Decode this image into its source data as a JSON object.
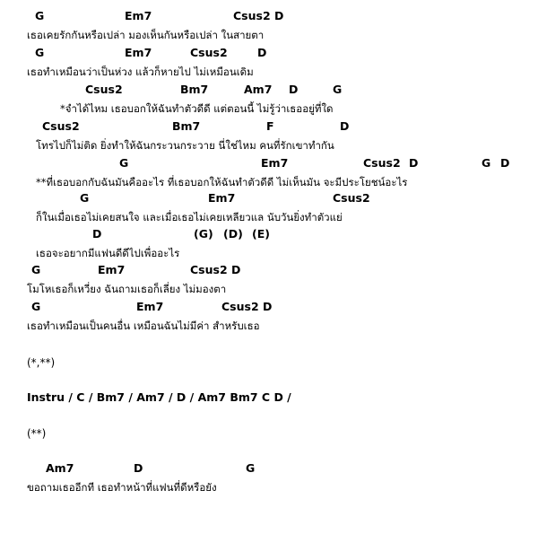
{
  "sheet": {
    "l1": {
      "chords": [
        "G",
        "Em7",
        "Csus2 D"
      ],
      "lyric": "เธอเคยรักกันหรือเปล่า มองเห็นกันหรือเปล่า ในสายตา"
    },
    "l2": {
      "chords": [
        "G",
        "Em7",
        "Csus2",
        "D"
      ],
      "lyric": "เธอทำเหมือนว่าเป็นห่วง แล้วก็หายไป ไม่เหมือนเดิม"
    },
    "l3": {
      "chords": [
        "Csus2",
        "Bm7",
        "Am7",
        "D",
        "G"
      ],
      "lyric": "*จำได้ไหม เธอบอกให้ฉันทำตัวดีดี แต่ตอนนี้ ไม่รู้ว่าเธออยู่ที่ใด"
    },
    "l4": {
      "chords": [
        "Csus2",
        "Bm7",
        "F",
        "D"
      ],
      "lyric": "โทรไปก็ไม่ติด ยิ่งทำให้ฉันกระวนกระวาย นี่ใช่ไหม คนที่รักเขาทำกัน"
    },
    "l5": {
      "chords": [
        "G",
        "Em7",
        "Csus2",
        "D",
        "G",
        "D"
      ],
      "lyric": "**ที่เธอบอกกับฉันมันคืออะไร ที่เธอบอกให้ฉันทำตัวดีดี ไม่เห็นมัน    จะมีประโยชน์อะไร"
    },
    "l6": {
      "chords": [
        "G",
        "Em7",
        "Csus2"
      ],
      "lyric": "ก็ในเมื่อเธอไม่เคยสนใจ และเมื่อเธอไม่เคยเหลียวแล นับวันยิ่งทำตัวแย่"
    },
    "l7": {
      "chords": [
        "D",
        "(G)",
        "(D)",
        "(E)"
      ],
      "lyric": "เธอจะอยากมีแฟนดีดีไปเพื่ออะไร"
    },
    "l8": {
      "chords": [
        "G",
        "Em7",
        "Csus2 D"
      ],
      "lyric": "โมโหเธอก็เหวี่ยง ฉันถามเธอก็เลี่ยง ไม่มองตา"
    },
    "l9": {
      "chords": [
        "G",
        "Em7",
        "Csus2 D"
      ],
      "lyric": "เธอทำเหมือนเป็นคนอื่น เหมือนฉันไม่มีค่า สำหรับเธอ"
    },
    "repeat1": "(*,**)",
    "instru": "Instru / C / Bm7 / Am7 / D / Am7  Bm7  C  D /",
    "repeat2": "(**)",
    "l10": {
      "chords": [
        "Am7",
        "D",
        "G"
      ],
      "lyric": "ขอถามเธออีกที เธอทำหน้าที่แฟนที่ดีหรือยัง"
    }
  }
}
